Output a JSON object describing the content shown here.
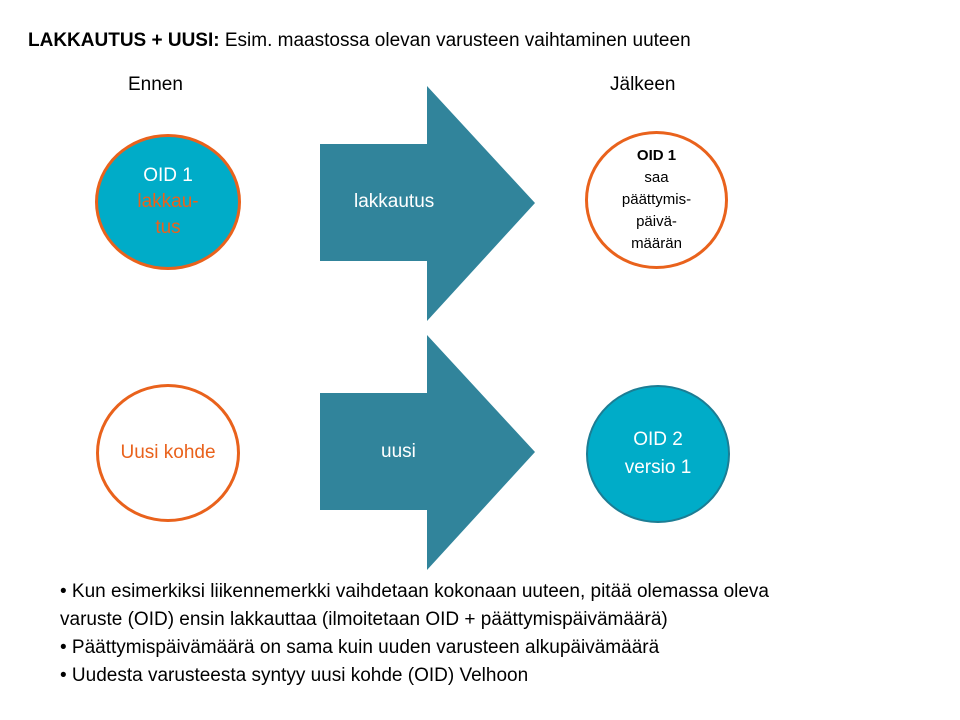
{
  "title": {
    "bold": "LAKKAUTUS + UUSI:",
    "rest": " Esim. maastossa olevan varusteen vaihtaminen uuteen"
  },
  "columns": {
    "before": "Ennen",
    "after": "Jälkeen"
  },
  "row1": {
    "before_circle": {
      "line1": "OID 1",
      "line2": "lakkau-",
      "line3": "tus"
    },
    "arrow_label": "lakkautus",
    "after_circle": {
      "line1": "OID 1",
      "line2": "saa",
      "line3": "päättymis-",
      "line4": "päivä-",
      "line5": "määrän"
    }
  },
  "row2": {
    "before_circle": {
      "line1": "Uusi kohde"
    },
    "arrow_label": "uusi",
    "after_circle": {
      "line1": "OID 2",
      "line2": "versio 1"
    }
  },
  "bullets": [
    "• Kun esimerkiksi liikennemerkki vaihdetaan kokonaan uuteen, pitää olemassa oleva",
    "varuste (OID) ensin lakkauttaa (ilmoitetaan OID + päättymispäivämäärä)",
    "• Päättymispäivämäärä on sama kuin uuden varusteen alkupäivämäärä",
    "• Uudesta varusteesta syntyy uusi kohde (OID) Velhoon"
  ],
  "colors": {
    "teal_fill": "#00acc8",
    "arrow_fill": "#31849b",
    "orange": "#e9621c"
  }
}
